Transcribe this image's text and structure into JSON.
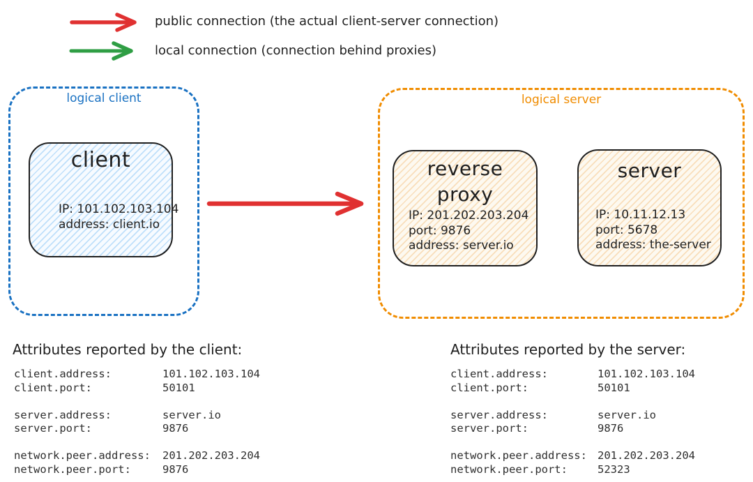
{
  "colors": {
    "public_connection": "#e03131",
    "local_connection": "#2f9e44",
    "logical_client_accent": "#1971c2",
    "logical_server_accent": "#f08c00",
    "ink": "#1e1e1e"
  },
  "legend": {
    "items": [
      {
        "id": "public",
        "label": "public connection (the actual client-server connection)"
      },
      {
        "id": "local",
        "label": "local connection (connection behind proxies)"
      }
    ]
  },
  "logical_client": {
    "label": "logical client",
    "nodes": [
      {
        "title": "client",
        "lines": [
          "IP: 101.102.103.104",
          "address: client.io"
        ]
      }
    ]
  },
  "logical_server": {
    "label": "logical server",
    "nodes": [
      {
        "title": "reverse\nproxy",
        "lines": [
          "IP: 201.202.203.204",
          "port: 9876",
          "address: server.io"
        ]
      },
      {
        "title": "server",
        "lines": [
          "IP: 10.11.12.13",
          "port: 5678",
          "address: the-server"
        ]
      }
    ]
  },
  "client_attributes": {
    "heading": "Attributes reported by the client:",
    "rows": [
      {
        "key": "client.address:",
        "value": "101.102.103.104"
      },
      {
        "key": "client.port:",
        "value": "50101"
      },
      {
        "key": "server.address:",
        "value": "server.io"
      },
      {
        "key": "server.port:",
        "value": "9876"
      },
      {
        "key": "network.peer.address:",
        "value": "201.202.203.204"
      },
      {
        "key": "network.peer.port:",
        "value": "9876"
      }
    ]
  },
  "server_attributes": {
    "heading": "Attributes reported by the server:",
    "rows": [
      {
        "key": "client.address:",
        "value": "101.102.103.104"
      },
      {
        "key": "client.port:",
        "value": "50101"
      },
      {
        "key": "server.address:",
        "value": "server.io"
      },
      {
        "key": "server.port:",
        "value": "9876"
      },
      {
        "key": "network.peer.address:",
        "value": "201.202.203.204"
      },
      {
        "key": "network.peer.port:",
        "value": "52323"
      }
    ]
  }
}
